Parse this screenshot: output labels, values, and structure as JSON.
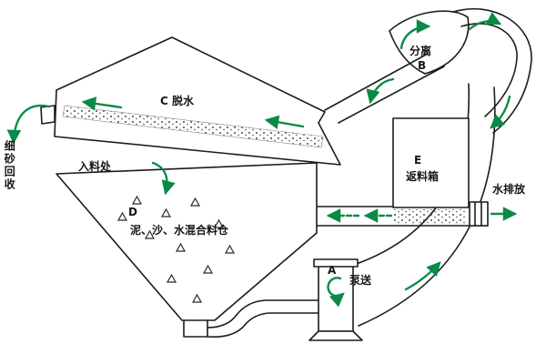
{
  "diagram": {
    "components": {
      "dewatering_screen": {
        "label": "C 脱水"
      },
      "separator": {
        "id": "B",
        "label": "分离"
      },
      "return_box": {
        "id": "E",
        "label": "返料箱"
      },
      "mix_hopper": {
        "id": "D",
        "label": "泥、沙、水混合料仓"
      },
      "pump": {
        "id": "A",
        "label": "泵送"
      },
      "fine_sand_outlet": {
        "label": "细砂回收"
      },
      "feed_inlet": {
        "label": "入料处"
      },
      "water_outlet": {
        "label": "水排放"
      }
    },
    "colors": {
      "outline": "#1c1c1c",
      "flow_arrow": "#0b8a47",
      "stipple": "#4a4a4a",
      "background": "#ffffff"
    }
  }
}
